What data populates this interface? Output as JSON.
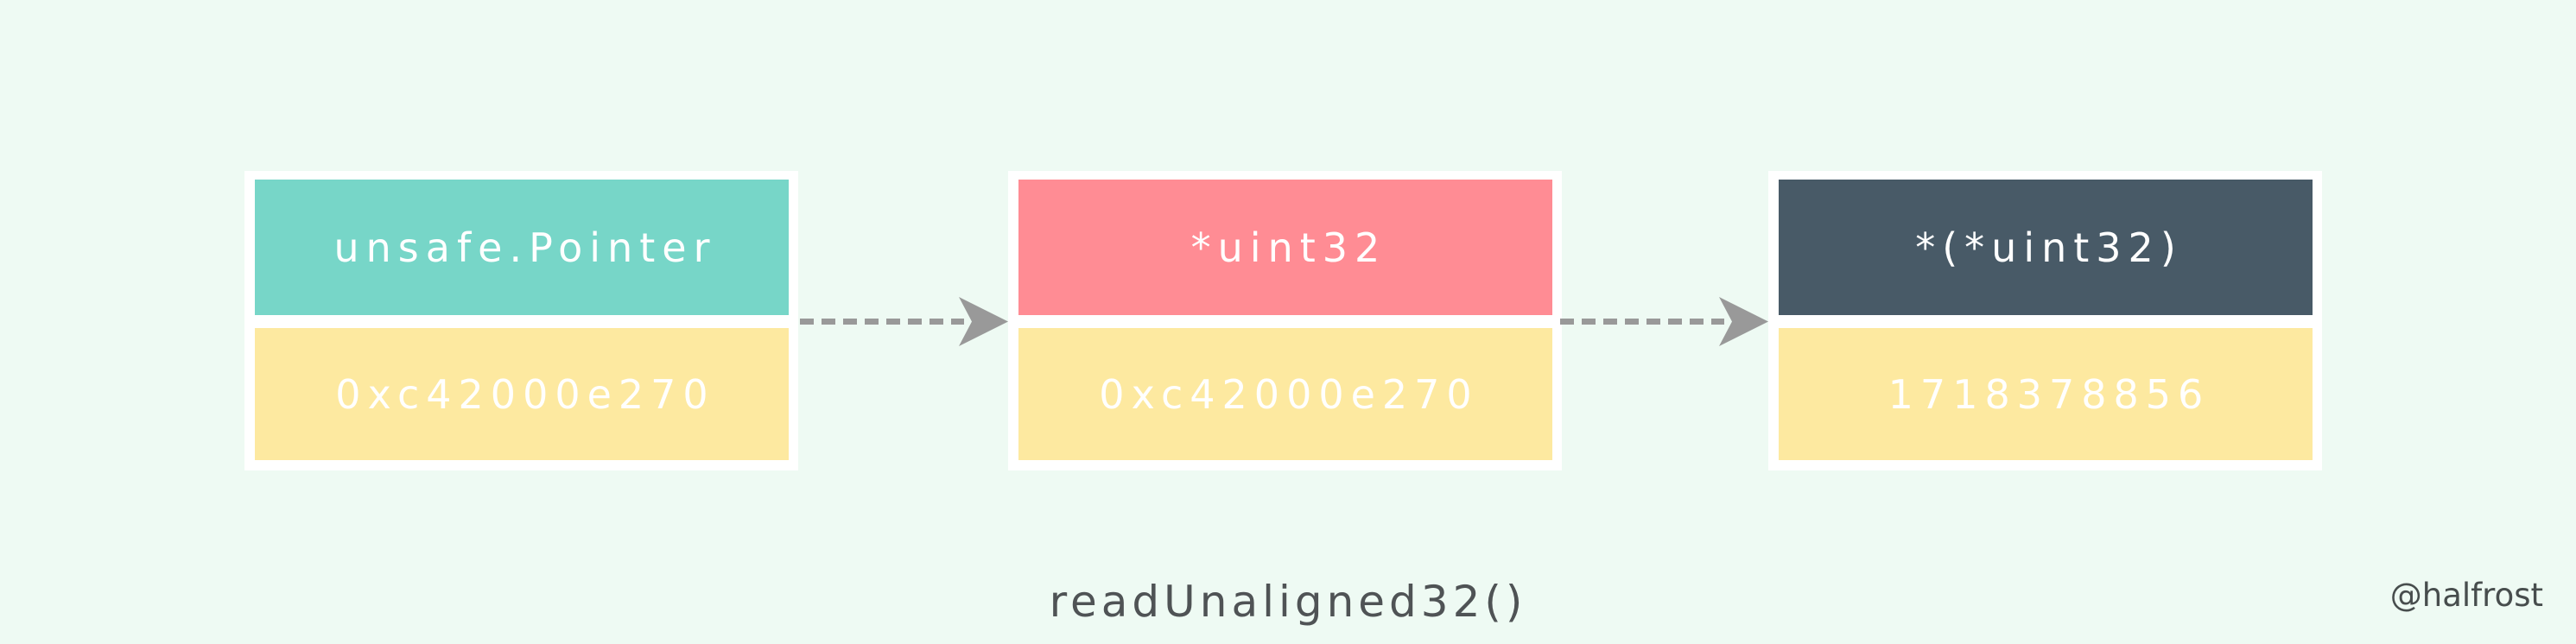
{
  "page": {
    "background_color": "#eefaf3"
  },
  "caption": {
    "text": "readUnaligned32()",
    "color": "#4f5355"
  },
  "watermark": {
    "text": "@halfrost",
    "color": "#474d4d"
  },
  "diagram": {
    "arrow": {
      "color": "#999999",
      "style": "dashed",
      "direction": "right"
    },
    "value_bg": "#fde9a0",
    "cell_text_color": "#ffffff",
    "nodes": [
      {
        "type_label": "unsafe.Pointer",
        "type_bg": "#77d6c8",
        "value": "0xc42000e270"
      },
      {
        "type_label": "*uint32",
        "type_bg": "#ff8c94",
        "value": "0xc42000e270"
      },
      {
        "type_label": "*(*uint32)",
        "type_bg": "#485a67",
        "value": "1718378856"
      }
    ]
  }
}
